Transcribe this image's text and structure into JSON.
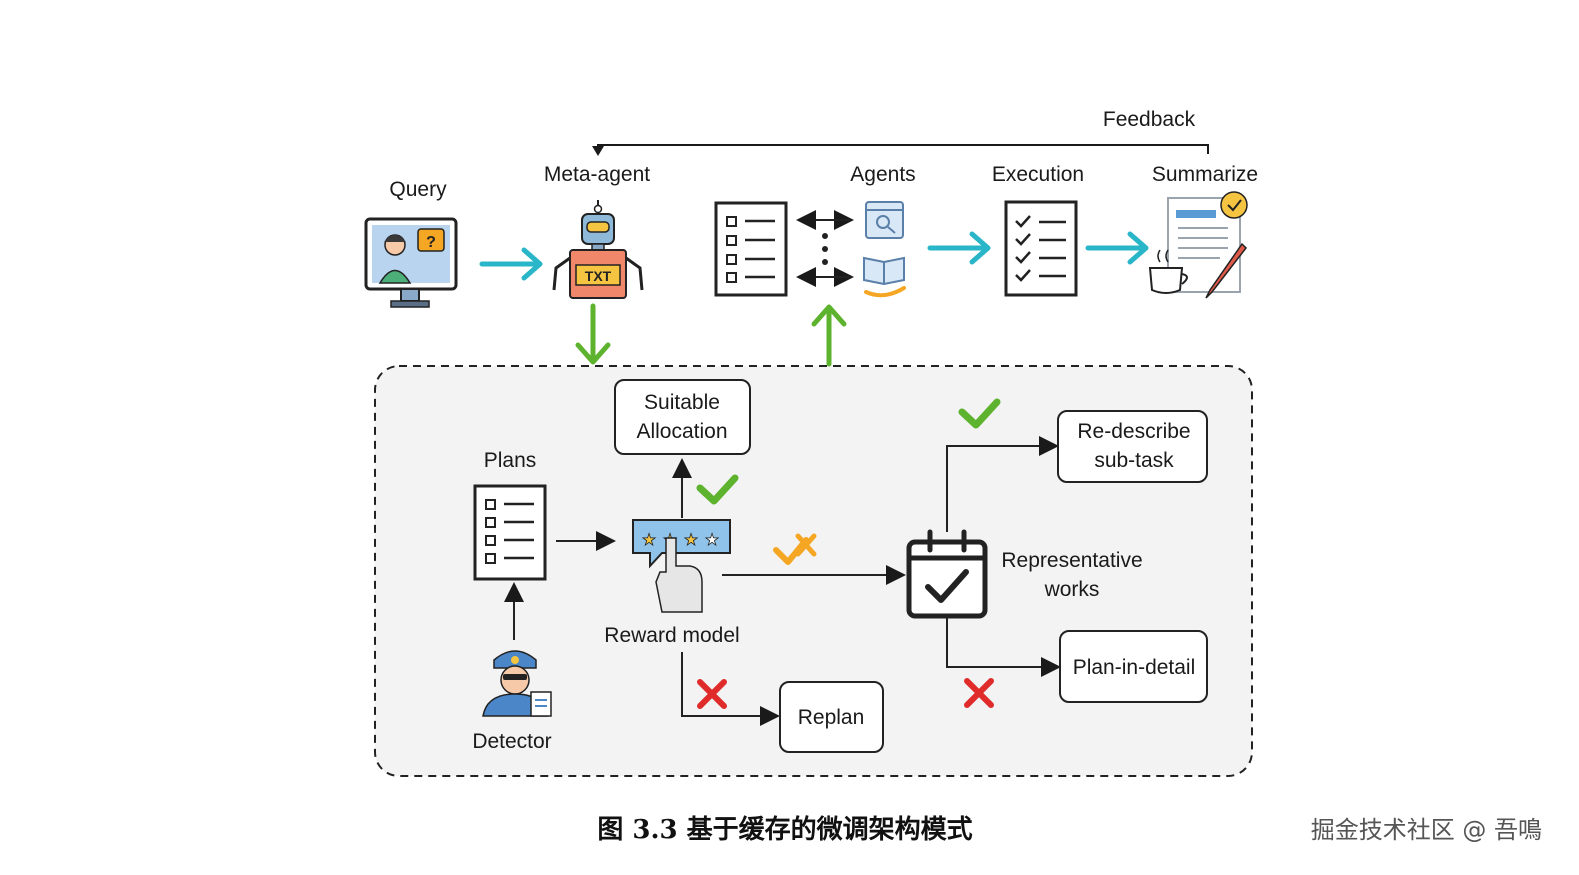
{
  "labels": {
    "feedback": "Feedback",
    "query": "Query",
    "meta_agent": "Meta-agent",
    "agents": "Agents",
    "execution": "Execution",
    "summarize": "Summarize",
    "plans": "Plans",
    "detector": "Detector",
    "reward_model": "Reward model",
    "representative_line1": "Representative",
    "representative_line2": "works",
    "txt_badge": "TXT"
  },
  "boxes": {
    "suitable_line1": "Suitable",
    "suitable_line2": "Allocation",
    "redescribe_line1": "Re-describe",
    "redescribe_line2": "sub-task",
    "plan_in_detail": "Plan-in-detail",
    "replan": "Replan"
  },
  "caption": "图 3.3  基于缓存的微调架构模式",
  "watermark": "掘金技术社区 @ 吾鳴",
  "colors": {
    "cyan_arrow": "#29b6c8",
    "green_arrow": "#5db22e",
    "check_green": "#5db22e",
    "cross_red": "#e02b2b",
    "orange": "#f5a623",
    "dashed_bg": "#f3f3f3"
  }
}
